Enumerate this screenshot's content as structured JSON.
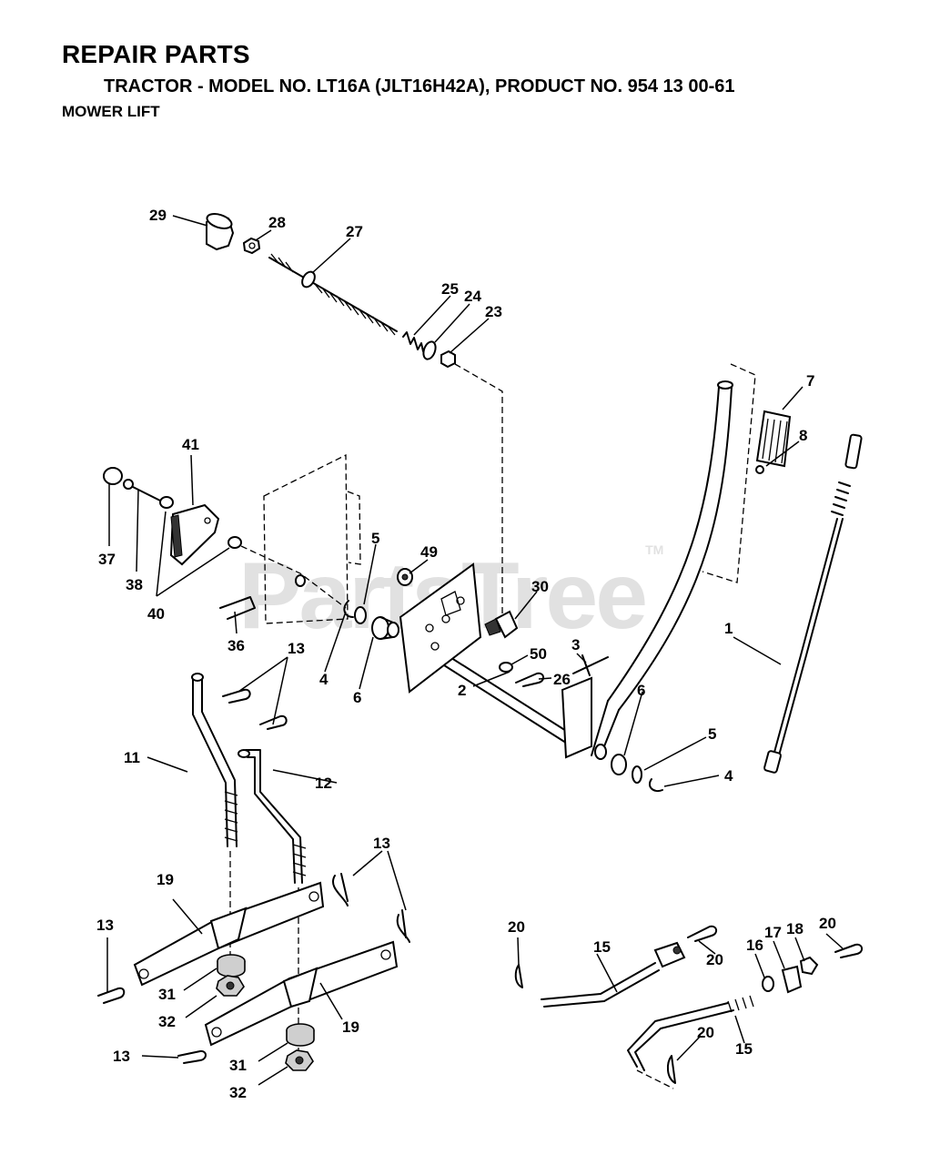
{
  "header": {
    "title": "REPAIR PARTS",
    "subtitle": "TRACTOR - MODEL NO. LT16A (JLT16H42A), PRODUCT NO. 954 13 00-61",
    "section": "MOWER LIFT"
  },
  "watermark": {
    "text": "PartsTree",
    "mark": "TM"
  },
  "callouts": {
    "c29": "29",
    "c28": "28",
    "c27": "27",
    "c25": "25",
    "c24": "24",
    "c23": "23",
    "c7": "7",
    "c8": "8",
    "c41": "41",
    "c37": "37",
    "c38": "38",
    "c40": "40",
    "c5a": "5",
    "c49": "49",
    "c30": "30",
    "c36": "36",
    "c13a": "13",
    "c4a": "4",
    "c6a": "6",
    "c50": "50",
    "c3": "3",
    "c26": "26",
    "c1": "1",
    "c2": "2",
    "c11": "11",
    "c12": "12",
    "c6b": "6",
    "c5b": "5",
    "c4b": "4",
    "c13b": "13",
    "c19a": "19",
    "c13c": "13",
    "c31a": "31",
    "c32a": "32",
    "c19b": "19",
    "c13d": "13",
    "c31b": "31",
    "c32b": "32",
    "c20a": "20",
    "c15a": "15",
    "c20b": "20",
    "c16": "16",
    "c17": "17",
    "c18": "18",
    "c20c": "20",
    "c20d": "20",
    "c15b": "15"
  }
}
